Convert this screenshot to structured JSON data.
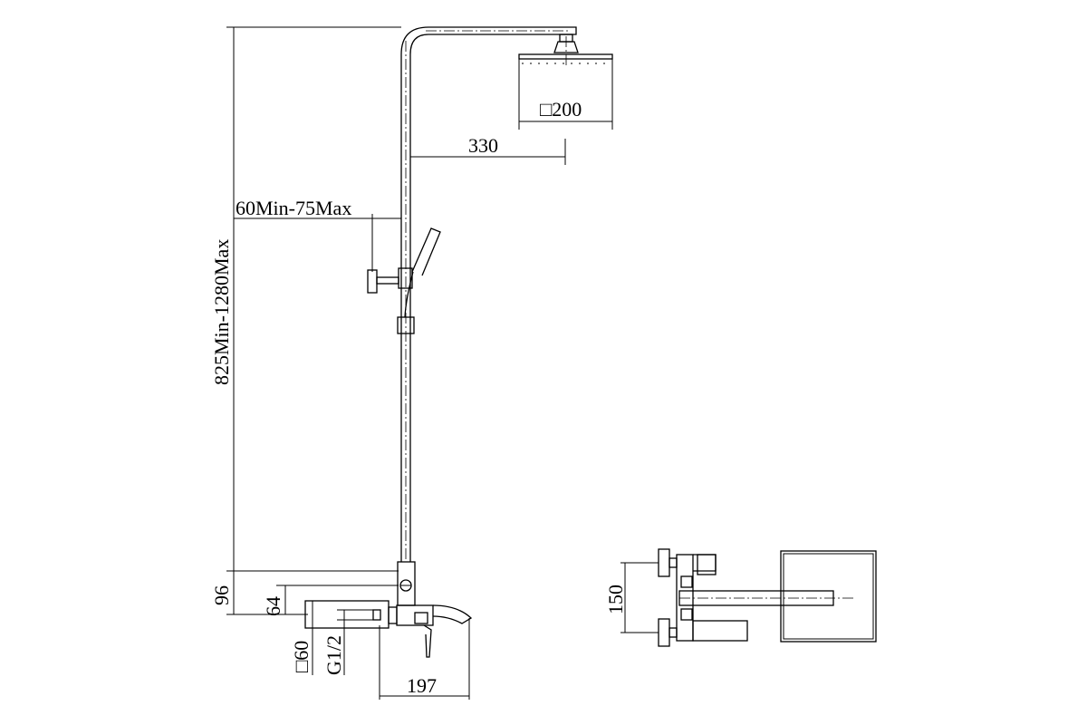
{
  "labels": {
    "head_size": "□200",
    "arm_reach": "330",
    "bracket_distance": "60Min-75Max",
    "total_height": "825Min-1280Max",
    "body_height": "96",
    "inlet_height": "64",
    "flange_size": "□60",
    "thread": "G1/2",
    "spout_length": "197",
    "inlet_spacing": "150"
  },
  "colors": {
    "line": "#000000",
    "background": "#ffffff"
  }
}
